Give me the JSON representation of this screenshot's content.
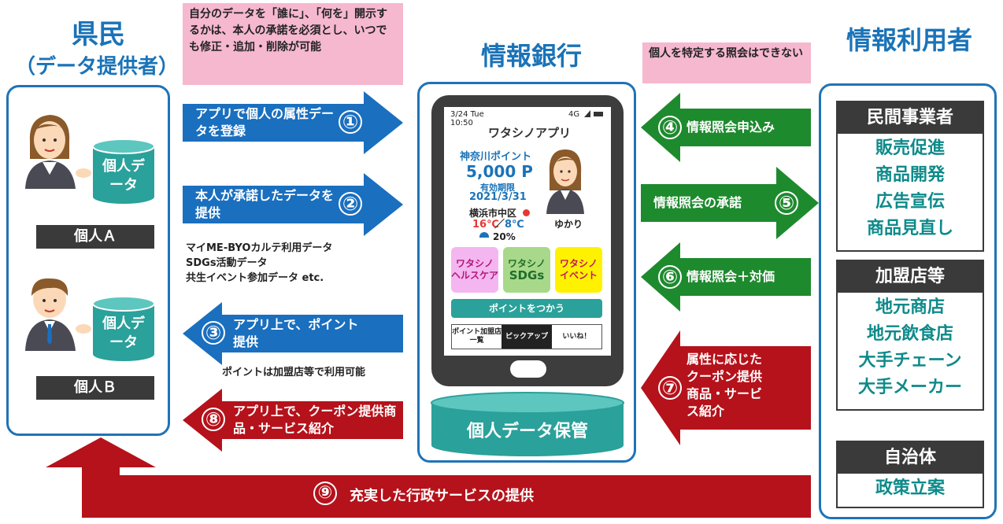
{
  "titles": {
    "citizens": "県民",
    "citizens_sub": "（データ提供者）",
    "bank": "情報銀行",
    "users": "情報利用者"
  },
  "notes": {
    "consent": "自分のデータを「誰に」、「何を」開示するかは、本人の承諾を必須とし、いつでも修正・追加・削除が可能",
    "no_identify": "個人を特定する照会はできない"
  },
  "citizens_panel": {
    "person_a_data": "個人データ",
    "person_a_label": "個人Ａ",
    "person_b_data": "個人データ",
    "person_b_label": "個人Ｂ"
  },
  "left_arrows": [
    {
      "num": "①",
      "text": "アプリで個人の属性データを登録",
      "color": "#1a6fbf"
    },
    {
      "num": "②",
      "text": "本人が承諾したデータを提供",
      "color": "#1a6fbf"
    },
    {
      "num": "③",
      "text": "アプリ上で、ポイント提供",
      "color": "#1a6fbf"
    },
    {
      "num": "⑧",
      "text": "アプリ上で、クーポン提供商品・サービス紹介",
      "color": "#b5121b"
    }
  ],
  "data_examples": "マイME-BYOカルテ利用データ\nSDGs活動データ\n共生イベント参加データ etc.",
  "point_note": "ポイントは加盟店等で利用可能",
  "right_arrows": [
    {
      "num": "④",
      "text": "情報照会申込み",
      "color": "#1e8a2e"
    },
    {
      "num": "⑤",
      "text": "情報照会の承諾",
      "color": "#1e8a2e"
    },
    {
      "num": "⑥",
      "text": "情報照会＋対価",
      "color": "#1e8a2e"
    },
    {
      "num": "⑦",
      "text": "属性に応じたクーポン提供商品・サービス紹介",
      "color": "#b5121b"
    }
  ],
  "bottom_arrow": {
    "num": "⑨",
    "text": "充実した行政サービスの提供",
    "color": "#b5121b"
  },
  "phone": {
    "date": "3/24 Tue",
    "time": "10:50",
    "signal": "4G",
    "app_title": "ワタシノアプリ",
    "point_name": "神奈川ポイント",
    "points": "5,000 P",
    "expiry_label": "有効期限",
    "expiry_date": "2021/3/31",
    "location": "横浜市中区",
    "temp_high": "16℃",
    "temp_sep": "／",
    "temp_low": "8℃",
    "rain": "20%",
    "avatar_name": "ゆかり",
    "tiles": [
      {
        "line1": "ワタシノ",
        "line2": "ヘルスケア",
        "bg": "#f4b6f0"
      },
      {
        "line1": "ワタシノ",
        "line2": "SDGs",
        "bg": "#a8d88a"
      },
      {
        "line1": "ワタシノ",
        "line2": "イベント",
        "bg": "#fff200"
      }
    ],
    "use_points": "ポイントをつかう",
    "tabs": [
      "ポイント加盟店一覧",
      "ピックアップ",
      "いいね！"
    ]
  },
  "storage": "個人データ保管",
  "data_users": [
    {
      "name": "民間事業者",
      "items": [
        "販売促進",
        "商品開発",
        "広告宣伝",
        "商品見直し"
      ]
    },
    {
      "name": "加盟店等",
      "items": [
        "地元商店",
        "地元飲食店",
        "大手チェーン",
        "大手メーカー"
      ]
    },
    {
      "name": "自治体",
      "items": [
        "政策立案"
      ]
    }
  ],
  "colors": {
    "blue": "#1a6fbf",
    "green": "#1e8a2e",
    "red": "#b5121b",
    "teal": "#2aa19a",
    "pink_note": "#f6b8cf"
  }
}
